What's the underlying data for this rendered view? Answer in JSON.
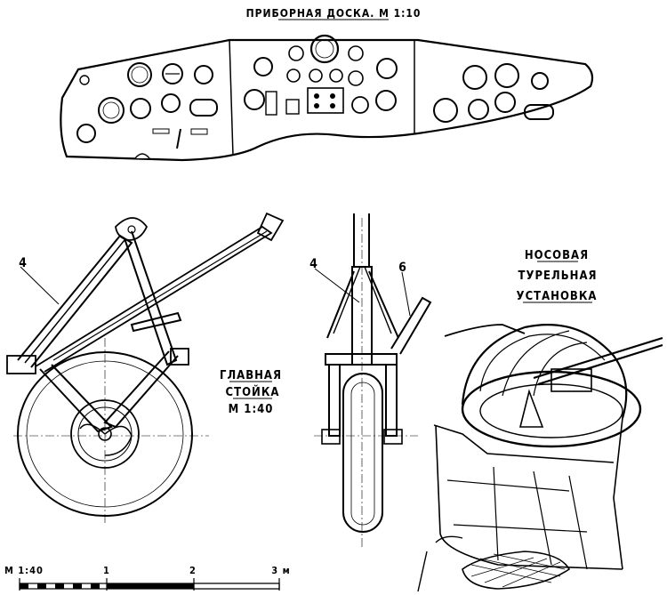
{
  "panel": {
    "title": "ПРИБОРНАЯ ДОСКА. М 1:10"
  },
  "gear": {
    "title_line1": "ГЛАВНАЯ",
    "title_line2": "СТОЙКА",
    "title_line3": "М 1:40"
  },
  "turret": {
    "title_line1": "НОСОВАЯ",
    "title_line2": "ТУРЕЛЬНАЯ",
    "title_line3": "УСТАНОВКА"
  },
  "callouts": {
    "side_strut": "4",
    "front_strut": "4",
    "front_brace": "6"
  },
  "scale": {
    "label": "М 1:40",
    "tick1": "1",
    "tick2": "2",
    "tick3": "3 м"
  }
}
